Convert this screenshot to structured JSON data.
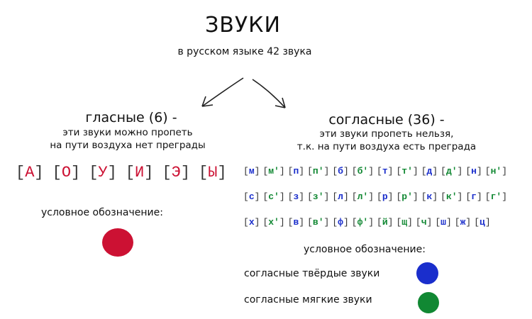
{
  "title": "ЗВУКИ",
  "subtitle": "в русском языке 42 звука",
  "vowels": {
    "heading": "гласные (6) -",
    "desc_line1": "эти звуки можно пропеть",
    "desc_line2": "на пути воздуха нет преграды",
    "letters": [
      "А",
      "О",
      "У",
      "И",
      "Э",
      "Ы"
    ],
    "legend_label": "условное обозначение:",
    "color": "#cc1133"
  },
  "consonants": {
    "heading": "согласные (36) -",
    "desc_line1": "эти звуки пропеть нельзя,",
    "desc_line2": "т.к. на пути воздуха есть преграда",
    "rows": [
      [
        [
          "м",
          "h"
        ],
        [
          "м'",
          "s"
        ],
        [
          "п",
          "h"
        ],
        [
          "п'",
          "s"
        ],
        [
          "б",
          "h"
        ],
        [
          "б'",
          "s"
        ],
        [
          "т",
          "h"
        ],
        [
          "т'",
          "s"
        ],
        [
          "д",
          "h"
        ],
        [
          "д'",
          "s"
        ],
        [
          "н",
          "h"
        ],
        [
          "н'",
          "s"
        ]
      ],
      [
        [
          "с",
          "h"
        ],
        [
          "с'",
          "s"
        ],
        [
          "з",
          "h"
        ],
        [
          "з'",
          "s"
        ],
        [
          "л",
          "h"
        ],
        [
          "л'",
          "s"
        ],
        [
          "р",
          "h"
        ],
        [
          "р'",
          "s"
        ],
        [
          "к",
          "h"
        ],
        [
          "к'",
          "s"
        ],
        [
          "г",
          "h"
        ],
        [
          "г'",
          "s"
        ]
      ],
      [
        [
          "х",
          "h"
        ],
        [
          "х'",
          "s"
        ],
        [
          "в",
          "h"
        ],
        [
          "в'",
          "s"
        ],
        [
          "ф",
          "h"
        ],
        [
          "ф'",
          "s"
        ],
        [
          "й",
          "s"
        ],
        [
          "щ",
          "s"
        ],
        [
          "ч",
          "s"
        ],
        [
          "ш",
          "h"
        ],
        [
          "ж",
          "h"
        ],
        [
          "ц",
          "h"
        ]
      ]
    ],
    "legend_label": "условное обозначение:",
    "hard_label": "согласные твёрдые звуки",
    "soft_label": "согласные мягкие звуки",
    "hard_color": "#1a2ecc",
    "soft_color": "#118833"
  }
}
